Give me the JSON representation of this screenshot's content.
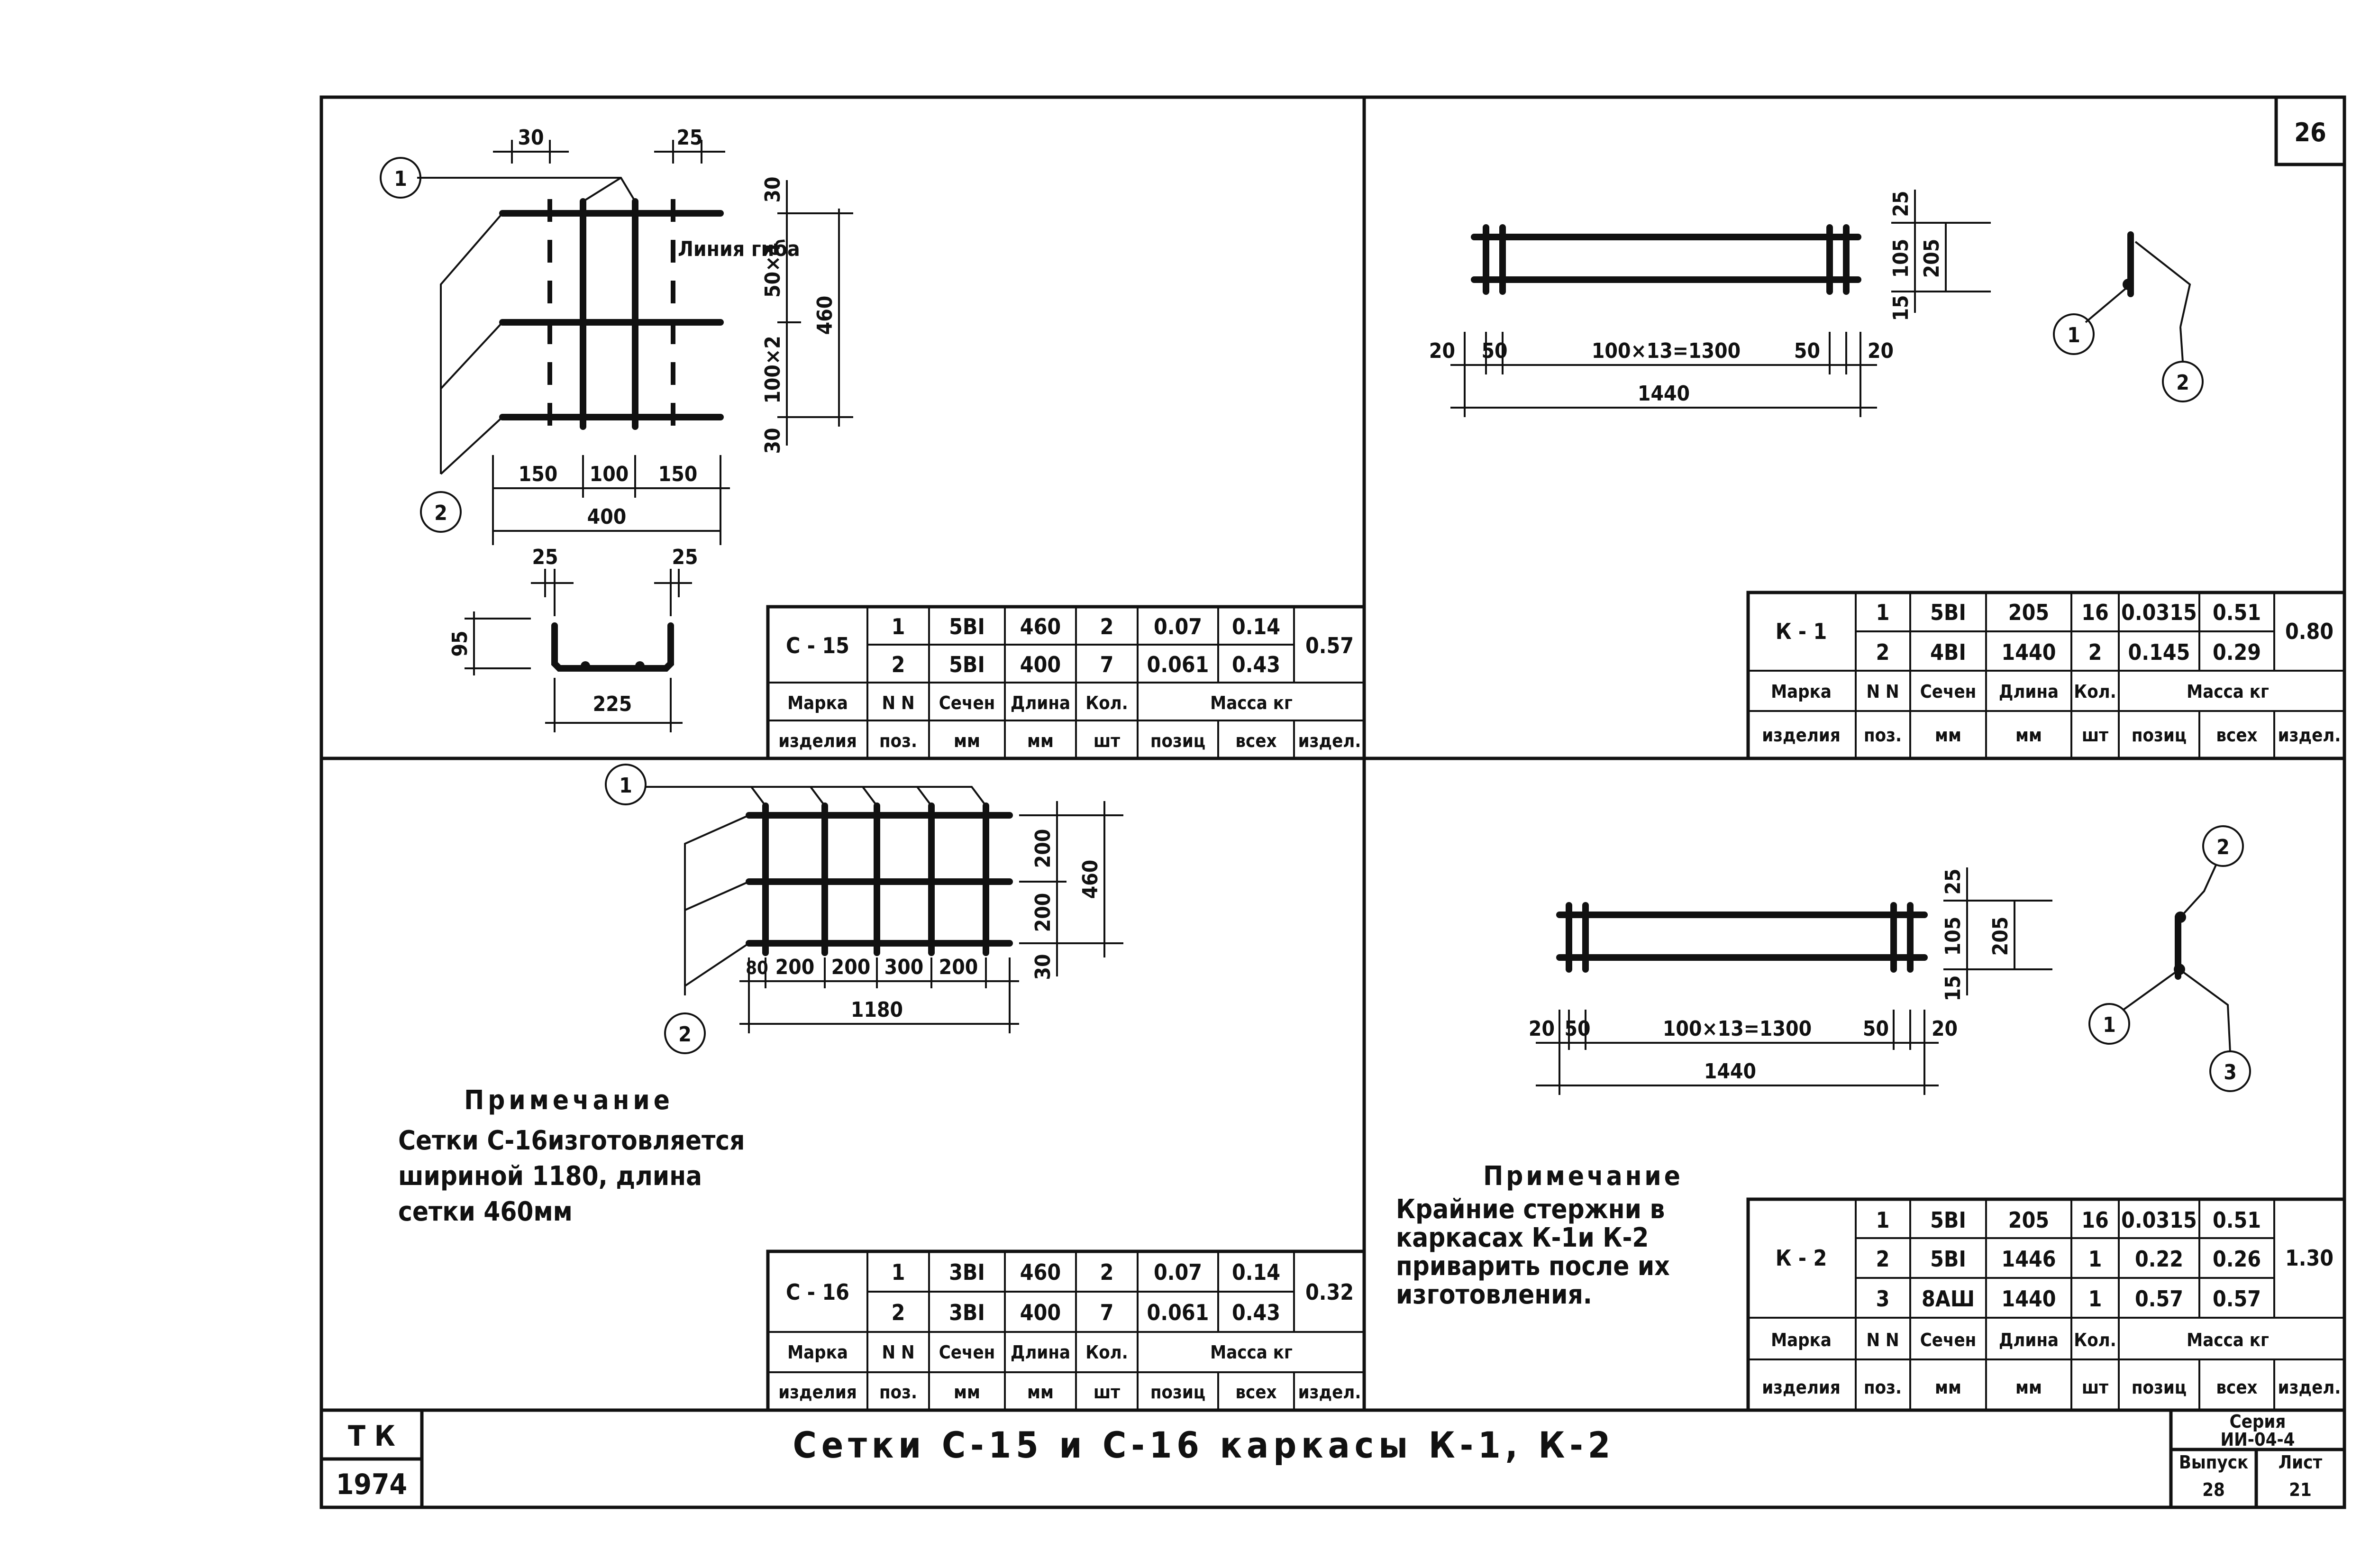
{
  "sheet": {
    "page_number": "26",
    "stamp_tk": "Т К",
    "stamp_year": "1974",
    "title": "Сетки С-15 и С-16 каркасы К-1, К-2",
    "series_label": "Серия",
    "series_value": "ИИ-04-4",
    "issue_label": "Выпуск",
    "issue_value": "28",
    "sheet_label": "Лист",
    "sheet_value": "21"
  },
  "table_headers": {
    "mark_1": "Марка",
    "mark_2": "изделия",
    "pos_1": "N N",
    "pos_2": "поз.",
    "sec_1": "Сечен",
    "sec_2": "мм",
    "len_1": "Длина",
    "len_2": "мм",
    "qty_1": "Кол.",
    "qty_2": "шт",
    "mass": "Масса кг",
    "mass_pos": "позиц",
    "mass_all": "всех",
    "mass_item": "издел."
  },
  "c15": {
    "mark": "С - 15",
    "rows": [
      {
        "pos": "1",
        "sec": "5ВI",
        "len": "460",
        "qty": "2",
        "m_pos": "0.07",
        "m_all": "0.14"
      },
      {
        "pos": "2",
        "sec": "5ВI",
        "len": "400",
        "qty": "7",
        "m_pos": "0.061",
        "m_all": "0.43"
      }
    ],
    "total": "0.57",
    "dims": {
      "top_left": "30",
      "top_right": "25",
      "right_30": "30",
      "right_50": "50×4",
      "right_100": "100×2",
      "right_30b": "30",
      "right_total": "460",
      "bottom_150a": "150",
      "bottom_100": "100",
      "bottom_150b": "150",
      "bottom_total": "400",
      "bend_label": "Линия гиба",
      "section_25a": "25",
      "section_25b": "25",
      "section_h": "95",
      "section_w": "225"
    },
    "callouts": [
      "1",
      "2"
    ]
  },
  "c16": {
    "mark": "С - 16",
    "rows": [
      {
        "pos": "1",
        "sec": "3ВI",
        "len": "460",
        "qty": "2",
        "m_pos": "0.07",
        "m_all": "0.14"
      },
      {
        "pos": "2",
        "sec": "3ВI",
        "len": "400",
        "qty": "7",
        "m_pos": "0.061",
        "m_all": "0.43"
      }
    ],
    "total": "0.32",
    "dims": {
      "right_200a": "200",
      "right_200b": "200",
      "right_30": "30",
      "right_total": "460",
      "bottom_80": "80",
      "bottom_200a": "200",
      "bottom_200b": "200",
      "bottom_300": "300",
      "bottom_200c": "200",
      "bottom_total": "1180"
    },
    "callouts": [
      "1",
      "2"
    ],
    "note_title": "Примечание",
    "note_lines": [
      "Сетки С-16изготовляется",
      "шириной 1180, длина",
      "сетки 460мм"
    ]
  },
  "k1": {
    "mark": "К - 1",
    "rows": [
      {
        "pos": "1",
        "sec": "5ВI",
        "len": "205",
        "qty": "16",
        "m_pos": "0.0315",
        "m_all": "0.51"
      },
      {
        "pos": "2",
        "sec": "4ВI",
        "len": "1440",
        "qty": "2",
        "m_pos": "0.145",
        "m_all": "0.29"
      }
    ],
    "total": "0.80",
    "dims": {
      "v25": "25",
      "v105": "105",
      "v205": "205",
      "v15": "15",
      "h20a": "20",
      "h50a": "50",
      "h_mid": "100×13=1300",
      "h50b": "50",
      "h20b": "20",
      "h_total": "1440"
    },
    "callouts": [
      "1",
      "2"
    ]
  },
  "k2": {
    "mark": "К - 2",
    "rows": [
      {
        "pos": "1",
        "sec": "5ВI",
        "len": "205",
        "qty": "16",
        "m_pos": "0.0315",
        "m_all": "0.51"
      },
      {
        "pos": "2",
        "sec": "5ВI",
        "len": "1446",
        "qty": "1",
        "m_pos": "0.22",
        "m_all": "0.26"
      },
      {
        "pos": "3",
        "sec": "8AШ",
        "len": "1440",
        "qty": "1",
        "m_pos": "0.57",
        "m_all": "0.57"
      }
    ],
    "total": "1.30",
    "dims": {
      "v25": "25",
      "v105": "105",
      "v205": "205",
      "v15": "15",
      "h20a": "20",
      "h50a": "50",
      "h_mid": "100×13=1300",
      "h50b": "50",
      "h20b": "20",
      "h_total": "1440"
    },
    "callouts": [
      "1",
      "2",
      "3"
    ],
    "note_title": "Примечание",
    "note_lines": [
      "Крайние стержни в",
      "каркасах К-1и К-2",
      "приварить после их",
      "изготовления."
    ]
  }
}
